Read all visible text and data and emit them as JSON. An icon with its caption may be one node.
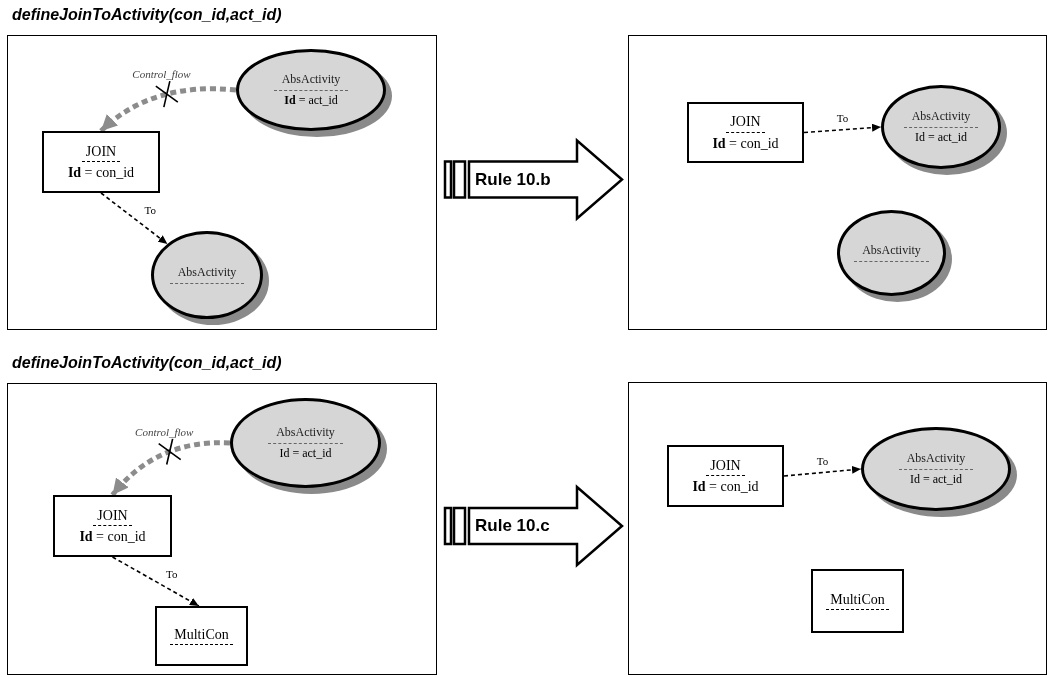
{
  "diagram": {
    "nodes": [
      {
        "text": [],
        "shape": "box"
      },
      {
        "text": [
          "AbsActivity",
          "**Id** = act_id"
        ],
        "in": 0
      },
      {
        "text": [
          "JOIN",
          "**Id** = con_id"
        ],
        "in": 0
      },
      {
        "text": [
          "AbsActivity"
        ],
        "in": 0
      },
      {
        "text": [],
        "shape": "box"
      },
      {
        "text": [
          "JOIN",
          "**Id** = con_id"
        ],
        "in": 4
      },
      {
        "text": [
          "AbsActivity",
          "Id = act_id"
        ],
        "in": 4
      },
      {
        "text": [
          "AbsActivity"
        ],
        "in": 4
      },
      {
        "text": [],
        "shape": "box"
      },
      {
        "text": [
          "AbsActivity",
          "Id = act_id"
        ],
        "in": 8
      },
      {
        "text": [
          "JOIN",
          "**Id** = con_id"
        ],
        "in": 8
      },
      {
        "text": [
          "MultiCon"
        ],
        "in": 8
      },
      {
        "text": [],
        "shape": "box"
      },
      {
        "text": [
          "JOIN",
          "**Id** = con_id"
        ],
        "in": 12
      },
      {
        "text": [
          "AbsActivity",
          "Id = act_id"
        ],
        "in": 12
      },
      {
        "text": [
          "MultiCon"
        ],
        "in": 12
      }
    ],
    "edges": [
      {
        "from": 1,
        "to": 2,
        "arrow": "to",
        "label": "Control_flow",
        "style": "dashed",
        "color": "#8c8c8c"
      },
      {
        "from": 2,
        "to": 3,
        "arrow": "to",
        "label": "To",
        "style": "dashed"
      },
      {
        "from": 0,
        "to": 4,
        "arrow": "to",
        "label": "Rule 10.b"
      },
      {
        "from": 5,
        "to": 6,
        "arrow": "to",
        "label": "To",
        "style": "dashed"
      },
      {
        "from": 9,
        "to": 10,
        "arrow": "to",
        "label": "Control_flow",
        "style": "dashed",
        "color": "#8c8c8c"
      },
      {
        "from": 10,
        "to": 11,
        "arrow": "to",
        "label": "To",
        "style": "dashed"
      },
      {
        "from": 8,
        "to": 12,
        "arrow": "to",
        "label": "Rule 10.c"
      },
      {
        "from": 13,
        "to": 14,
        "arrow": "to",
        "label": "To",
        "style": "dashed"
      }
    ],
    "labels": [
      "defineJoinToActivity(con_id,act_id)",
      "defineJoinToActivity(con_id,act_id)"
    ]
  }
}
